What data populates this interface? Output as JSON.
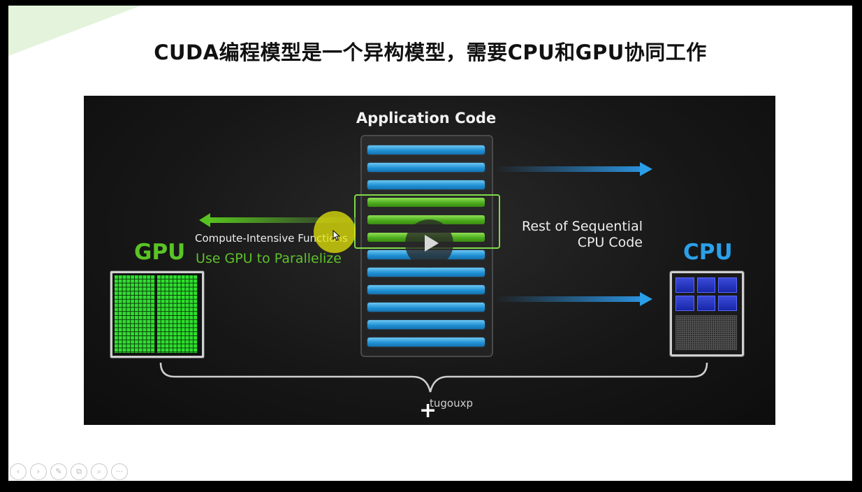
{
  "slide": {
    "title": "CUDA编程模型是一个异构模型，需要CPU和GPU协同工作"
  },
  "video": {
    "app_title": "Application Code",
    "compute_label": "Compute-Intensive Functions",
    "use_gpu_label": "Use GPU to Parallelize",
    "rest_line1": "Rest of Sequential",
    "rest_line2": "CPU Code",
    "gpu_label": "GPU",
    "cpu_label": "CPU",
    "watermark": "tugouxp",
    "code_rows": [
      "blue",
      "blue",
      "blue",
      "green",
      "green",
      "green",
      "blue",
      "blue",
      "blue",
      "blue",
      "blue",
      "blue"
    ],
    "colors": {
      "gpu_green": "#59c426",
      "cpu_blue": "#2aa0ea",
      "code_blue": "#1e8fd2",
      "code_green": "#4aa91b"
    },
    "play_icon": "play-icon"
  },
  "controls": [
    {
      "name": "prev-slide-icon",
      "glyph": "‹"
    },
    {
      "name": "next-slide-icon",
      "glyph": "›"
    },
    {
      "name": "pen-icon",
      "glyph": "✎"
    },
    {
      "name": "copy-icon",
      "glyph": "⧉"
    },
    {
      "name": "zoom-icon",
      "glyph": "⌕"
    },
    {
      "name": "more-icon",
      "glyph": "···"
    }
  ]
}
